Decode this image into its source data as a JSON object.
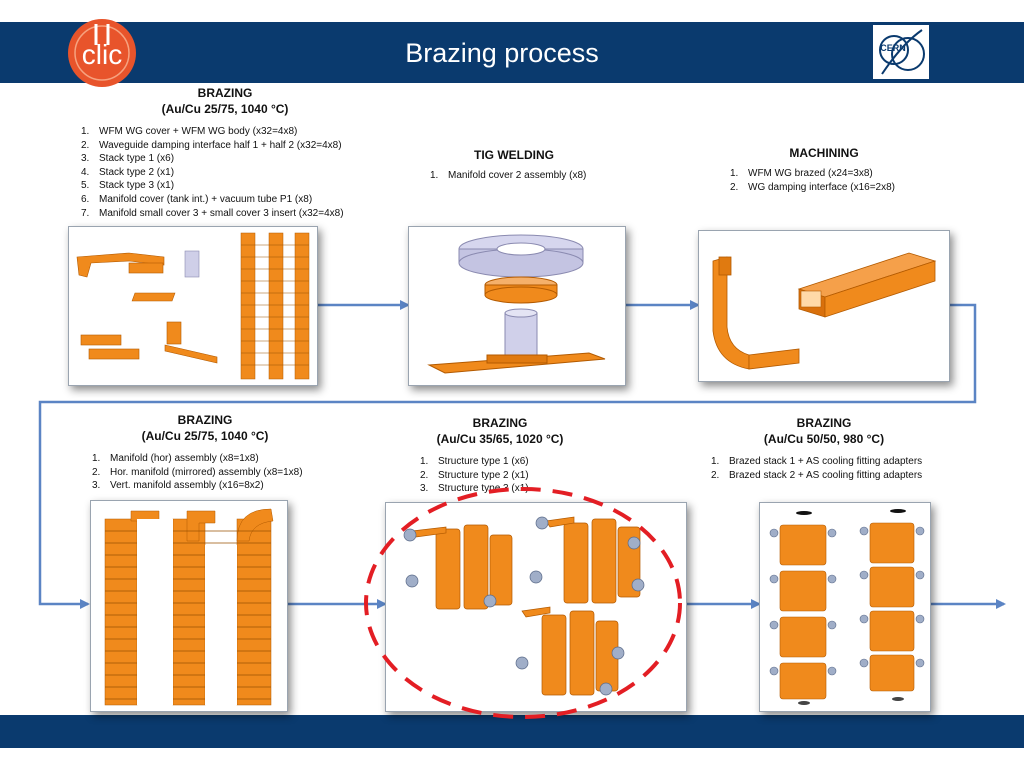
{
  "title": "Brazing process",
  "colors": {
    "banner": "#0a3a6e",
    "arrow": "#5b84c4",
    "part": "#f08a1c",
    "highlight": "#e31e24"
  },
  "logos": {
    "left": "CLIC",
    "right": "CERN"
  },
  "steps": [
    {
      "heading_line1": "BRAZING",
      "heading_line2": "(Au/Cu 25/75, 1040 °C)",
      "items": [
        "WFM WG cover + WFM WG body (x32=4x8)",
        "Waveguide damping interface half 1 + half 2 (x32=4x8)",
        "Stack type 1 (x6)",
        "Stack type 2 (x1)",
        "Stack type 3 (x1)",
        "Manifold cover (tank int.) + vacuum tube P1 (x8)",
        "Manifold small cover 3 + small cover 3 insert (x32=4x8)"
      ]
    },
    {
      "heading_line1": "TIG WELDING",
      "heading_line2": "",
      "items": [
        "Manifold cover 2 assembly (x8)"
      ]
    },
    {
      "heading_line1": "MACHINING",
      "heading_line2": "",
      "items": [
        "WFM WG brazed (x24=3x8)",
        "WG damping interface (x16=2x8)"
      ]
    },
    {
      "heading_line1": "BRAZING",
      "heading_line2": "(Au/Cu 25/75, 1040 °C)",
      "items": [
        "Manifold (hor) assembly (x8=1x8)",
        "Hor. manifold (mirrored) assembly (x8=1x8)",
        "Vert. manifold assembly (x16=8x2)"
      ]
    },
    {
      "heading_line1": "BRAZING",
      "heading_line2": "(Au/Cu 35/65, 1020 °C)",
      "items": [
        "Structure type 1 (x6)",
        "Structure type 2 (x1)",
        "Structure type 3 (x1)"
      ]
    },
    {
      "heading_line1": "BRAZING",
      "heading_line2": "(Au/Cu 50/50, 980 °C)",
      "items": [
        "Brazed stack 1 + AS cooling fitting adapters",
        "Brazed stack 2 + AS cooling fitting adapters"
      ]
    }
  ]
}
